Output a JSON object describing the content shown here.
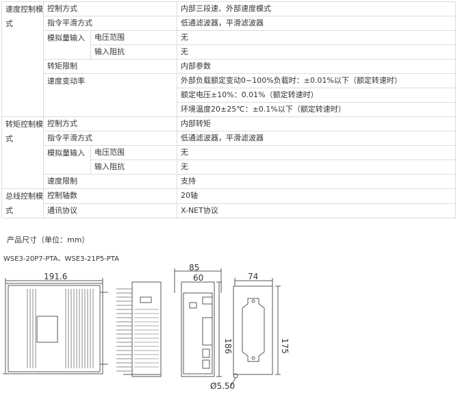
{
  "table": {
    "speed": {
      "mode": "速度控制模式",
      "control_method": {
        "label": "控制方式",
        "value": "内部三段速、外部速度模式"
      },
      "cmd_smoothing": {
        "label": "指令平滑方式",
        "value": "低通滤波器，平滑滤波器"
      },
      "analog_input": {
        "label": "模拟量输入",
        "voltage_range": "电压范围",
        "voltage_value": "无",
        "impedance": "输入阻抗",
        "impedance_value": "无"
      },
      "torque_limit": {
        "label": "转矩限制",
        "value": "内部参数"
      },
      "speed_variation": {
        "label": "速度变动率",
        "rows": [
          "外部负载额定变动0~100%负载时：±0.01%以下（额定转速时）",
          "额定电压±10%：0.01%（额定转速时）",
          "环境温度20±25℃：±0.1%以下（额定转速时）"
        ]
      }
    },
    "torque": {
      "mode": "转矩控制模式",
      "control_method": {
        "label": "控制方式",
        "value": "内部转矩"
      },
      "cmd_smoothing": {
        "label": "指令平滑方式",
        "value": "低通滤波器，平滑滤波器"
      },
      "analog_input": {
        "label": "模拟量输入",
        "voltage_range": "电压范围",
        "voltage_value": "无",
        "impedance": "输入阻抗",
        "impedance_value": "无"
      },
      "speed_limit": {
        "label": "速度限制",
        "value": "支持"
      }
    },
    "bus": {
      "mode": "总线控制模式",
      "axes": {
        "label": "控制轴数",
        "value": "20轴"
      },
      "protocol": {
        "label": "通讯协议",
        "value": "X-NET协议"
      }
    }
  },
  "dimensions": {
    "caption": "产品尺寸（单位：mm）",
    "models": "WSE3-20P7-PTA、WSE3-21P5-PTA",
    "side_width": "191.6",
    "front_outer_width": "85",
    "front_inner_width": "60",
    "front_height": "186",
    "back_width": "74",
    "back_height": "175",
    "hole": "Ø5.50"
  },
  "colors": {
    "border": "#dcdcdc",
    "text": "#333333",
    "line": "#555555"
  }
}
